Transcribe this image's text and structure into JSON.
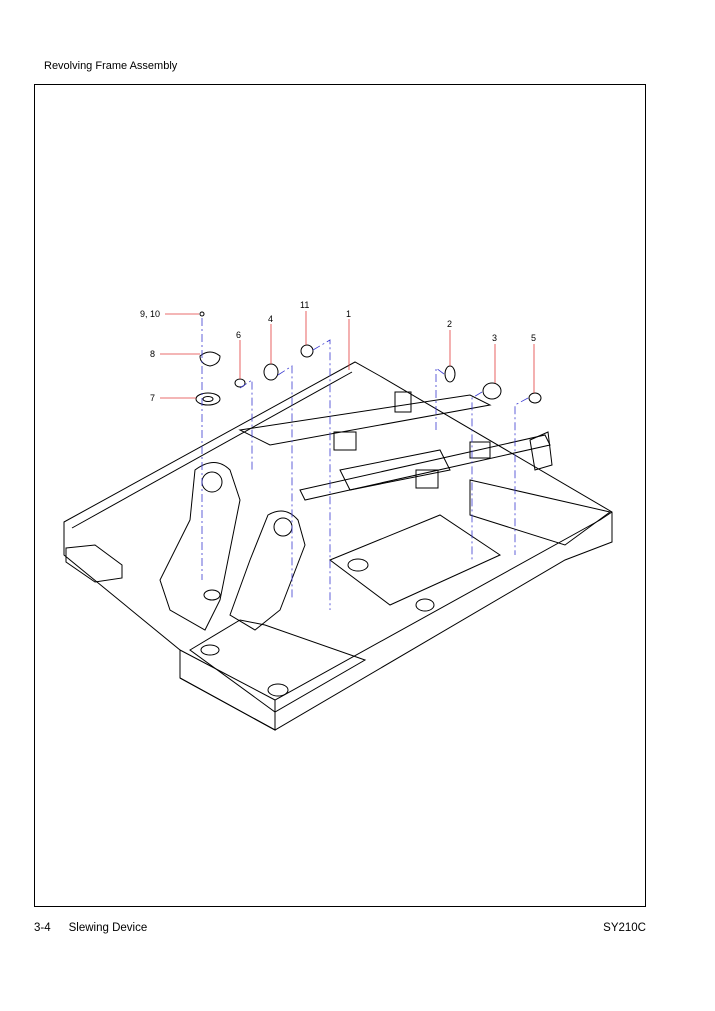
{
  "header": {
    "title": "Revolving Frame Assembly"
  },
  "footer": {
    "page_number": "3-4",
    "section": "Slewing Device",
    "model": "SY210C"
  },
  "callouts": [
    {
      "id": "9-10",
      "label": "9, 10"
    },
    {
      "id": "11",
      "label": "11"
    },
    {
      "id": "1",
      "label": "1"
    },
    {
      "id": "4",
      "label": "4"
    },
    {
      "id": "2",
      "label": "2"
    },
    {
      "id": "6",
      "label": "6"
    },
    {
      "id": "3",
      "label": "3"
    },
    {
      "id": "5",
      "label": "5"
    },
    {
      "id": "8",
      "label": "8"
    },
    {
      "id": "7",
      "label": "7"
    }
  ],
  "colors": {
    "leader": "#e23b3b",
    "centerline": "#3a3ad0",
    "ink": "#000000"
  }
}
